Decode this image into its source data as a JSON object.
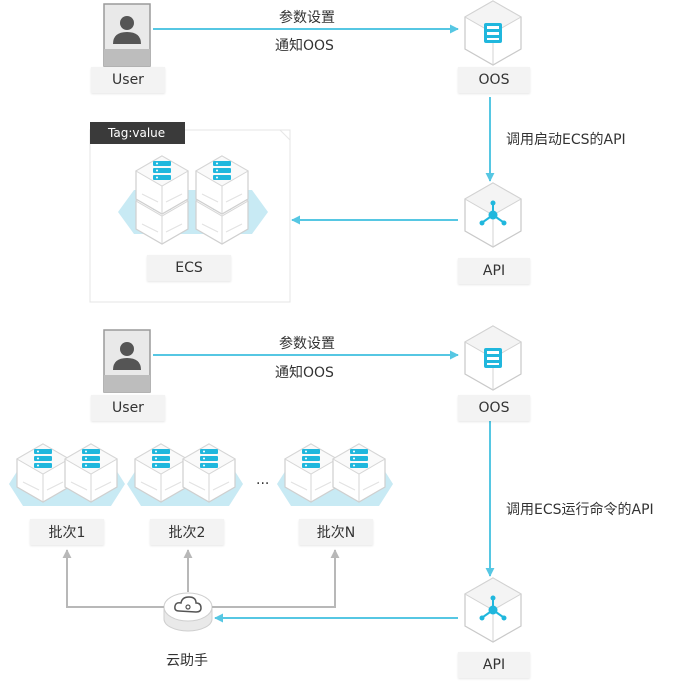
{
  "flow_top": {
    "user_label": "User",
    "oos_label": "OOS",
    "api_label": "API",
    "ecs_label": "ECS",
    "tag_label": "Tag:value",
    "edge_user_oos_line1": "参数设置",
    "edge_user_oos_line2": "通知OOS",
    "edge_oos_api": "调用启动ECS的API"
  },
  "flow_bottom": {
    "user_label": "User",
    "oos_label": "OOS",
    "api_label": "API",
    "edge_user_oos_line1": "参数设置",
    "edge_user_oos_line2": "通知OOS",
    "edge_oos_api": "调用ECS运行命令的API",
    "batches": [
      "批次1",
      "批次2",
      "批次N"
    ],
    "ellipsis": "...",
    "assistant_label": "云助手"
  },
  "colors": {
    "arrow": "#56c7e3",
    "gray_arrow": "#b8b8b8",
    "cyan": "#20b7dd",
    "halo": "#c8eaf4"
  }
}
